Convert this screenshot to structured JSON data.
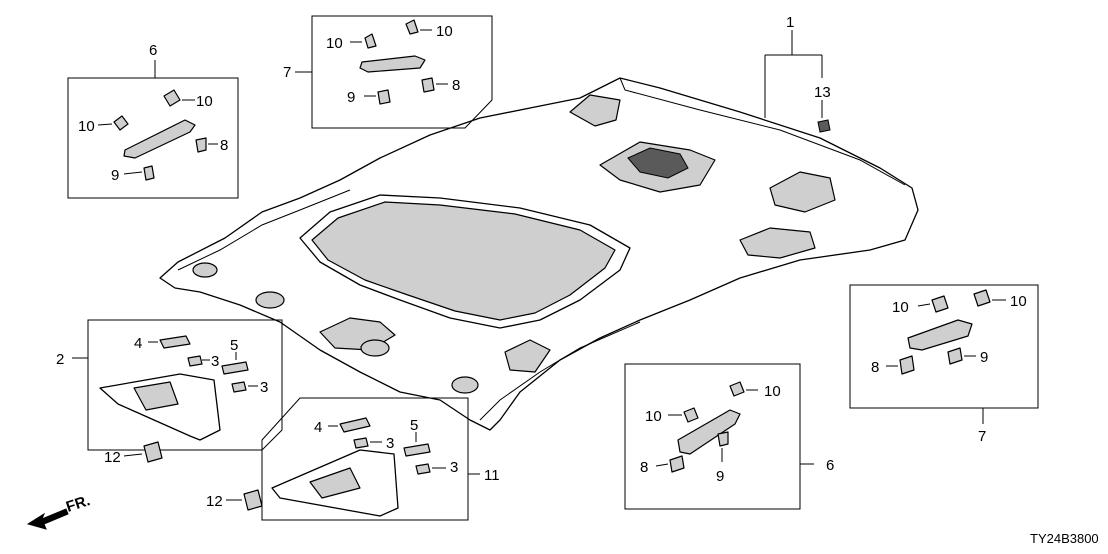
{
  "callouts": {
    "c1": "1",
    "c2": "2",
    "c3a": "3",
    "c3b": "3",
    "c3c": "3",
    "c3d": "3",
    "c4a": "4",
    "c4b": "4",
    "c5a": "5",
    "c5b": "5",
    "c6a": "6",
    "c6b": "6",
    "c7a": "7",
    "c7b": "7",
    "c8a": "8",
    "c8b": "8",
    "c8c": "8",
    "c8d": "8",
    "c9a": "9",
    "c9b": "9",
    "c9c": "9",
    "c9d": "9",
    "c10a": "10",
    "c10b": "10",
    "c10c": "10",
    "c10d": "10",
    "c10e": "10",
    "c10f": "10",
    "c10g": "10",
    "c10h": "10",
    "c11": "11",
    "c12a": "12",
    "c12b": "12",
    "c13": "13"
  },
  "front_arrow_label": "FR.",
  "diagram_code": "TY24B3800",
  "colors": {
    "line": "#000000",
    "fill": "#ffffff",
    "shade": "#cfcfcf"
  }
}
